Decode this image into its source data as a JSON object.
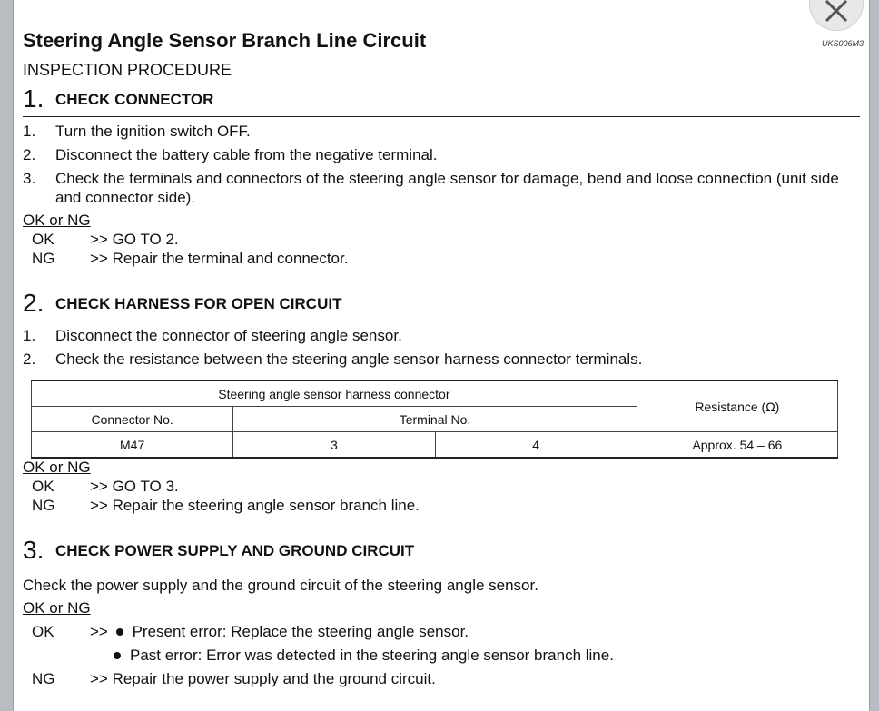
{
  "doc": {
    "title": "Steering Angle Sensor Branch Line Circuit",
    "code": "UKS006M3",
    "procedure_heading": "INSPECTION PROCEDURE"
  },
  "steps": [
    {
      "num": "1.",
      "title": "CHECK CONNECTOR",
      "items": [
        {
          "n": "1.",
          "text": "Turn the ignition switch OFF."
        },
        {
          "n": "2.",
          "text": "Disconnect the battery cable from the negative terminal."
        },
        {
          "n": "3.",
          "text": "Check the terminals and connectors of the steering angle sensor for damage, bend and loose connection (unit side and connector side)."
        }
      ],
      "okng_label": "OK or NG",
      "results": [
        {
          "k": "OK",
          "v": ">> GO TO 2."
        },
        {
          "k": "NG",
          "v": ">> Repair the terminal and connector."
        }
      ]
    },
    {
      "num": "2.",
      "title": "CHECK HARNESS FOR OPEN CIRCUIT",
      "items": [
        {
          "n": "1.",
          "text": "Disconnect the connector of steering angle sensor."
        },
        {
          "n": "2.",
          "text": "Check the resistance between the steering angle sensor harness connector terminals."
        }
      ],
      "table": {
        "group_header": "Steering angle sensor harness connector",
        "resistance_header": "Resistance (Ω)",
        "connector_header": "Connector No.",
        "terminal_header": "Terminal No.",
        "connector": "M47",
        "terminal_a": "3",
        "terminal_b": "4",
        "resistance": "Approx. 54 – 66"
      },
      "okng_label": "OK or NG",
      "results": [
        {
          "k": "OK",
          "v": ">> GO TO 3."
        },
        {
          "k": "NG",
          "v": ">> Repair the steering angle sensor branch line."
        }
      ]
    },
    {
      "num": "3.",
      "title": "CHECK POWER SUPPLY AND GROUND CIRCUIT",
      "text": "Check the power supply and the ground circuit of the steering angle sensor.",
      "okng_label": "OK or NG",
      "ok_key": "OK",
      "ok_prefix": ">>",
      "ok_bullets": [
        "Present error: Replace the steering angle sensor.",
        "Past error: Error was detected in the steering angle sensor branch line."
      ],
      "ng_key": "NG",
      "ng_text": ">> Repair the power supply and the ground circuit."
    }
  ],
  "icons": {
    "close": "close-icon"
  }
}
